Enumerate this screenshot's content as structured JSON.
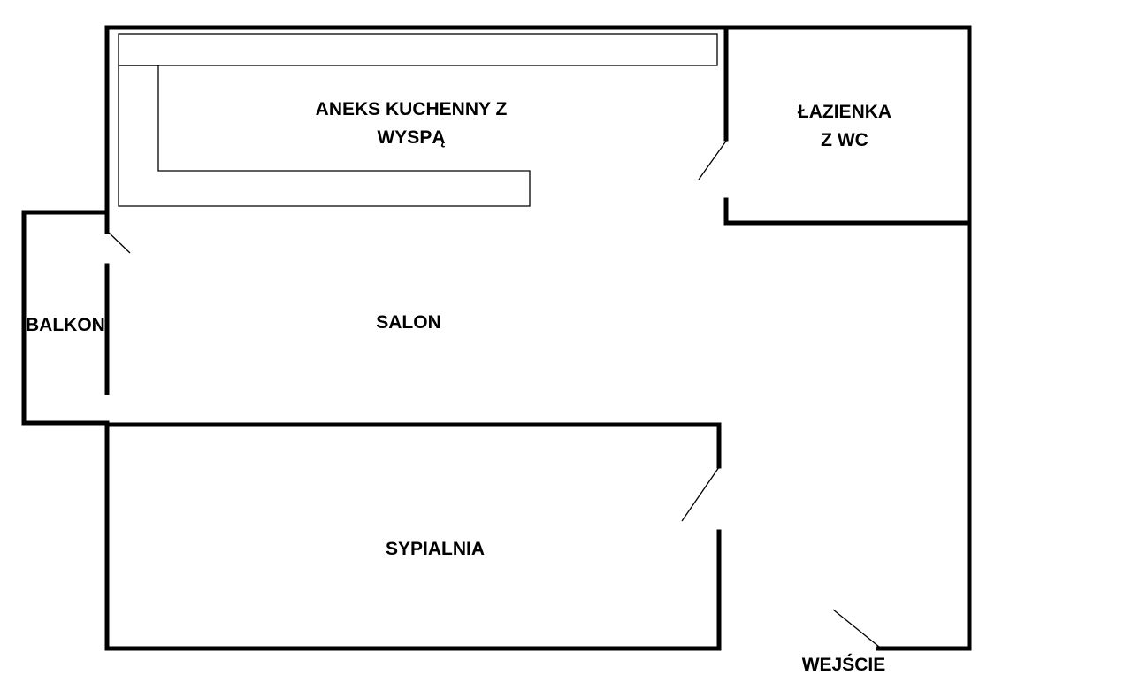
{
  "rooms": {
    "kitchen": {
      "line1": "ANEKS KUCHENNY Z",
      "line2": "WYSPĄ"
    },
    "bathroom": {
      "line1": "ŁAZIENKA",
      "line2": "Z WC"
    },
    "living_room": "SALON",
    "balcony": "BALKON",
    "bedroom": "SYPIALNIA",
    "entrance": "WEJŚCIE"
  }
}
